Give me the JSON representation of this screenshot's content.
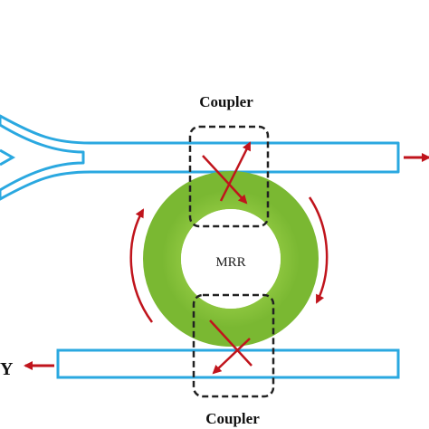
{
  "labels": {
    "coupler_top": "Coupler",
    "coupler_bottom": "Coupler",
    "ring": "MRR",
    "port_left": "Y"
  },
  "colors": {
    "waveguide_stroke": "#2aa8e0",
    "waveguide_fill": "#ffffff",
    "ring_fill": "#8dc63f",
    "arrow": "#c0141c",
    "coupler_box": "#222222"
  }
}
